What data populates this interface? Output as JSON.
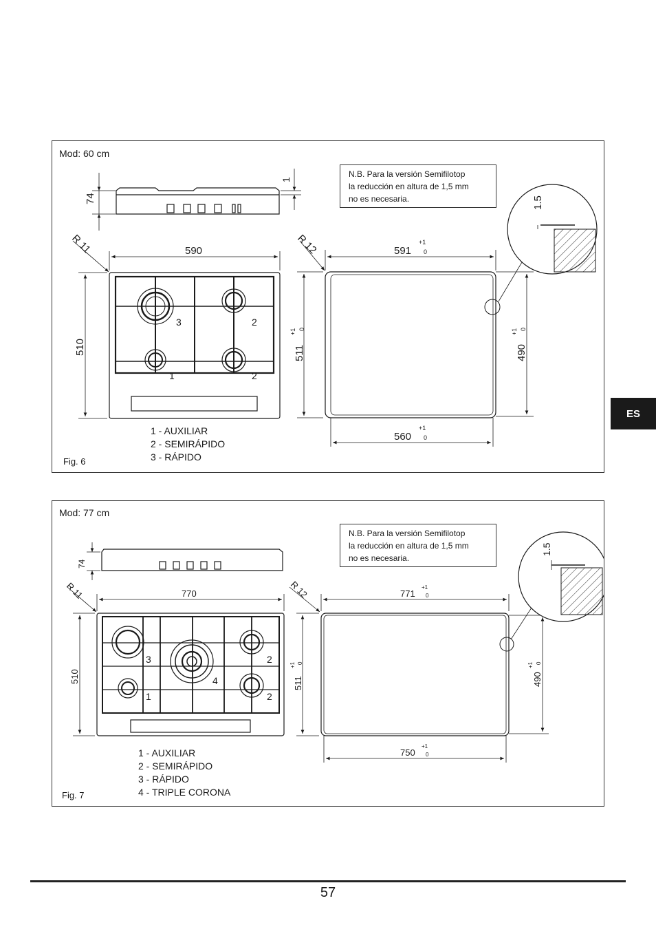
{
  "side_tab": "ES",
  "page_number": "57",
  "figures": [
    {
      "id": "fig6",
      "model": "Mod: 60 cm",
      "caption": "Fig. 6",
      "note": [
        "N.B. Para la versión Semifilotop",
        "la reducción en altura de 1,5 mm",
        "no es necesaria."
      ],
      "legend": [
        "1 - AUXILIAR",
        "2 - SEMIRÁPIDO",
        "3 - RÁPIDO"
      ],
      "dims": {
        "height": "74",
        "top_gap": "1",
        "width": "590",
        "depth": "510",
        "radius_left": "R 11",
        "radius_right": "R 12",
        "cut_width": "591",
        "cut_depth": "511",
        "cut_inner_depth": "490",
        "cut_bottom": "560",
        "tol_plus": "+1",
        "tol_zero": "0",
        "detail": "1.5"
      },
      "burner_labels": [
        "3",
        "2",
        "1",
        "2"
      ]
    },
    {
      "id": "fig7",
      "model": "Mod: 77 cm",
      "caption": "Fig. 7",
      "note": [
        "N.B. Para la versión Semifilotop",
        "la reducción en altura de 1,5 mm",
        "no es necesaria."
      ],
      "legend": [
        "1 - AUXILIAR",
        "2 - SEMIRÁPIDO",
        "3 - RÁPIDO",
        "4 - TRIPLE CORONA"
      ],
      "dims": {
        "height": "74",
        "width": "770",
        "depth": "510",
        "radius_left": "R 11",
        "radius_right": "R 12",
        "cut_width": "771",
        "cut_depth": "511",
        "cut_inner_depth": "490",
        "cut_bottom": "750",
        "tol_plus": "+1",
        "tol_zero": "0",
        "detail": "1.5"
      },
      "burner_labels": [
        "3",
        "2",
        "4",
        "1",
        "2"
      ]
    }
  ]
}
